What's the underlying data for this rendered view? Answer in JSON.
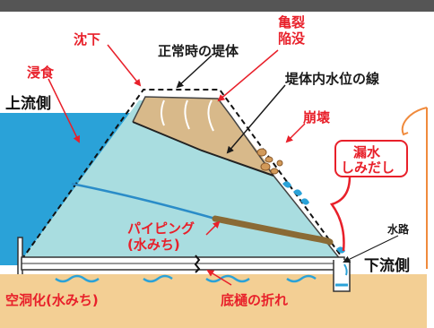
{
  "labels": {
    "subsidence": "沈下",
    "normal_embankment": "正常時の堤体",
    "crack_line1": "亀裂",
    "crack_line2": "陥没",
    "erosion": "浸食",
    "upstream": "上流側",
    "water_level_line": "堤体内水位の線",
    "collapse": "崩壊",
    "leak_line1": "漏水",
    "leak_line2": "しみだし",
    "piping_line1": "パイピング",
    "piping_line2": "(水みち)",
    "waterway": "水路",
    "downstream": "下流側",
    "cavity": "空洞化(水みち)",
    "culvert_break": "底樋の折れ"
  },
  "colors": {
    "top_bar": "#555555",
    "label_red": "#e8202a",
    "water_blue": "#2aa2d8",
    "embankment_sat": "#a9dde0",
    "embankment_dry": "#d8b98a",
    "ground": "#f3cf94",
    "leak_box_border": "#e8202a",
    "callout_orange": "#f08a3c"
  }
}
